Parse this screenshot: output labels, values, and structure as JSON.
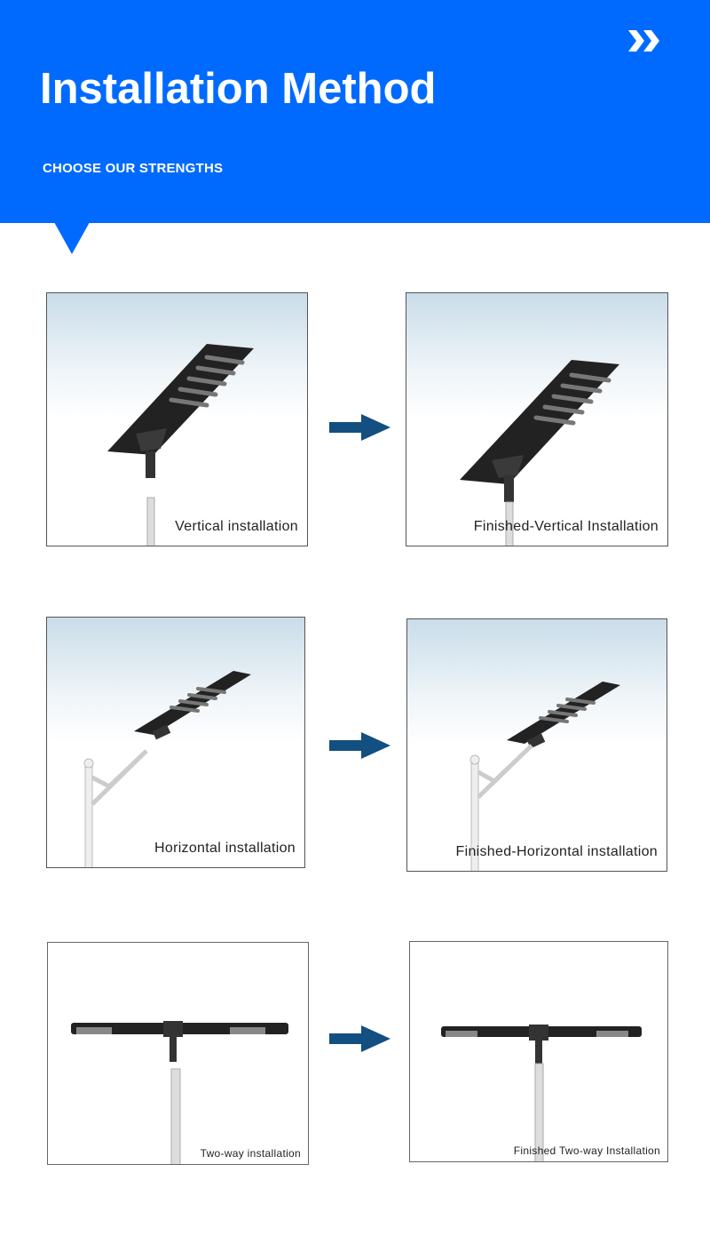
{
  "header": {
    "title": "Installation Method",
    "subtitle": "CHOOSE OUR STRENGTHS",
    "icon": "double-chevron-right-icon",
    "color": "#006aff"
  },
  "arrow_color": "#134f80",
  "rows": [
    {
      "before": {
        "label": "Vertical installation"
      },
      "after": {
        "label": "Finished-Vertical Installation"
      }
    },
    {
      "before": {
        "label": "Horizontal installation"
      },
      "after": {
        "label": "Finished-Horizontal installation"
      }
    },
    {
      "before": {
        "label": "Two-way installation"
      },
      "after": {
        "label": "Finished Two-way Installation"
      }
    }
  ]
}
